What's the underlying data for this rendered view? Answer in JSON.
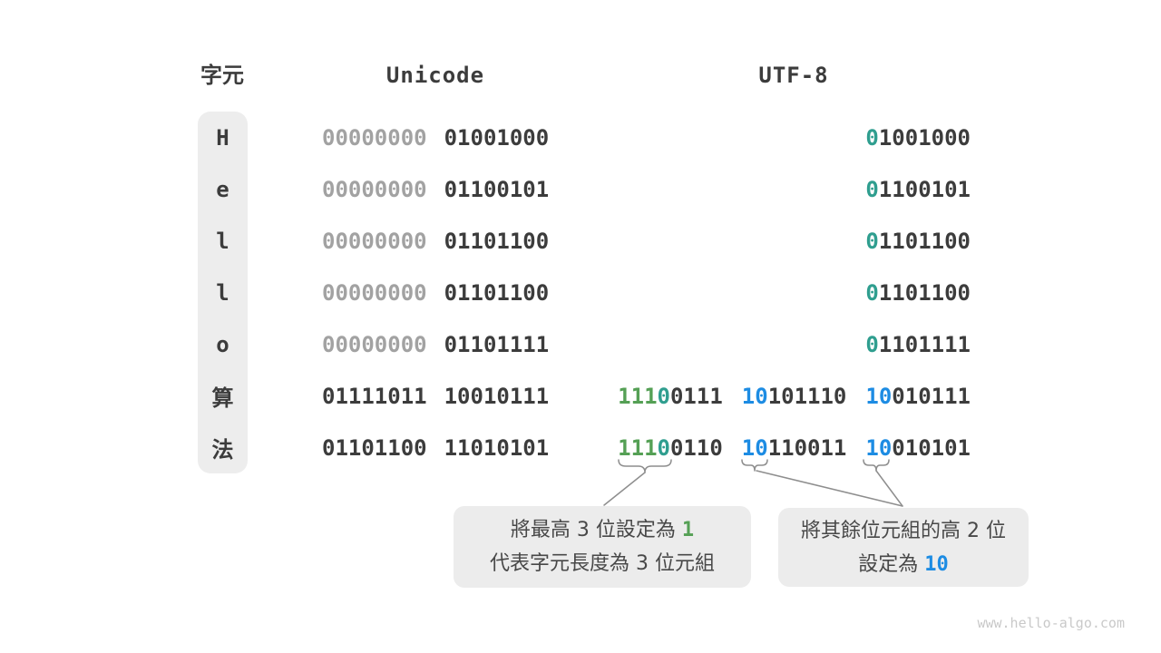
{
  "colors": {
    "dark": "#3c3c3c",
    "dim": "#a2a2a2",
    "teal": "#2f9e8f",
    "green": "#55a055",
    "blue": "#1d8ce3",
    "box_bg": "#ececec",
    "line": "#8e8e8e",
    "watermark": "#c9c9c9"
  },
  "header": {
    "char_label": "字元",
    "unicode_label": "Unicode",
    "utf8_label": "UTF-8"
  },
  "rows": [
    {
      "char": "H",
      "u1": "00000000",
      "u2": "01001000",
      "b1p": "0",
      "b1r": "1001000"
    },
    {
      "char": "e",
      "u1": "00000000",
      "u2": "01100101",
      "b1p": "0",
      "b1r": "1100101"
    },
    {
      "char": "l",
      "u1": "00000000",
      "u2": "01101100",
      "b1p": "0",
      "b1r": "1101100"
    },
    {
      "char": "l",
      "u1": "00000000",
      "u2": "01101100",
      "b1p": "0",
      "b1r": "1101100"
    },
    {
      "char": "o",
      "u1": "00000000",
      "u2": "01101111",
      "b1p": "0",
      "b1r": "1101111"
    },
    {
      "char": "算",
      "u1": "01111011",
      "u2": "10010111",
      "m1g": "111",
      "m1t": "0",
      "m1r": "0111",
      "m2p": "10",
      "m2r": "101110",
      "m3p": "10",
      "m3r": "010111"
    },
    {
      "char": "法",
      "u1": "01101100",
      "u2": "11010101",
      "m1g": "111",
      "m1t": "0",
      "m1r": "0110",
      "m2p": "10",
      "m2r": "110011",
      "m3p": "10",
      "m3r": "010101"
    }
  ],
  "callouts": {
    "left": {
      "line1_text": "將最高 3 位設定為 ",
      "line1_highlight": "1",
      "line2_text": "代表字元長度為 3 位元組"
    },
    "right": {
      "line1_text": "將其餘位元組的高 2 位",
      "line2_text": "設定為 ",
      "line2_highlight": "10"
    }
  },
  "watermark": "www.hello-algo.com"
}
